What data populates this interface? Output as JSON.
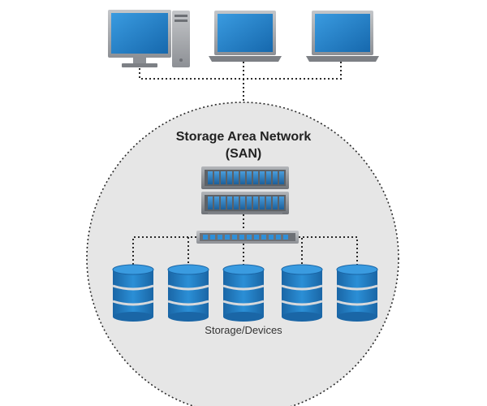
{
  "diagram": {
    "title_line1": "Storage Area Network",
    "title_line2": "(SAN)",
    "storage_label": "Storage/Devices"
  },
  "colors": {
    "screen_blue": "#1f7fc8",
    "disk_blue": "#1e78bd",
    "circle_fill": "#e6e6e6",
    "device_gray": "#a4a7ab",
    "link_dots": "#333333"
  },
  "icons": {
    "desktop": "desktop-computer-icon",
    "laptop": "laptop-icon",
    "server": "server-rack-icon",
    "switch": "network-switch-icon",
    "disk": "storage-disk-icon"
  }
}
